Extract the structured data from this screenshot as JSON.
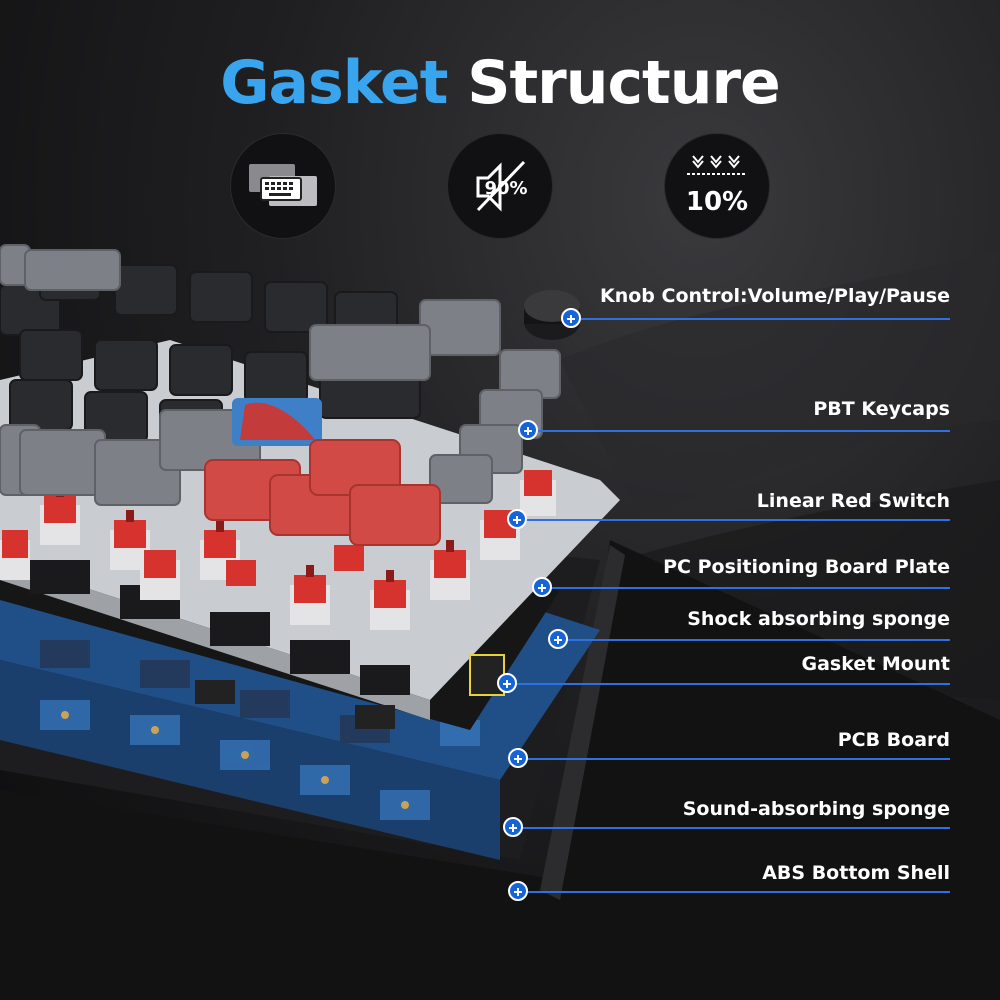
{
  "title": {
    "part1": "Gasket",
    "part2": "Structure"
  },
  "features": [
    {
      "icon": "keyboard-layers-icon"
    },
    {
      "icon": "sound-reduction-icon",
      "text": "90%"
    },
    {
      "icon": "compression-icon",
      "text": "10%"
    }
  ],
  "callouts": [
    {
      "label": "Knob Control:Volume/Play/Pause"
    },
    {
      "label": "PBT Keycaps"
    },
    {
      "label": "Linear Red Switch"
    },
    {
      "label": "PC Positioning Board Plate"
    },
    {
      "label": "Shock absorbing sponge"
    },
    {
      "label": "Gasket Mount"
    },
    {
      "label": "PCB Board"
    },
    {
      "label": "Sound-absorbing sponge"
    },
    {
      "label": "ABS Bottom Shell"
    }
  ],
  "colors": {
    "accent": "#3aa5ef",
    "callout_blue": "#1565d8",
    "switch_red": "#d6332e",
    "keycap_gray": "#7d8187",
    "keycap_dark": "#2a2b2e",
    "pcb_blue": "#1f4f86"
  }
}
